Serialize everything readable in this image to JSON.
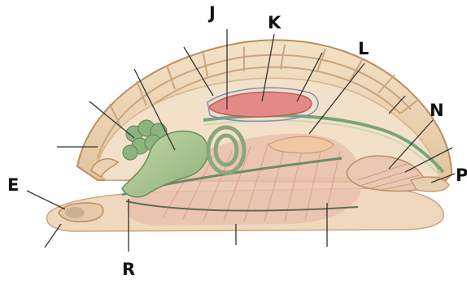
{
  "diagram": {
    "labels": {
      "j": "J",
      "k": "K",
      "l": "L",
      "n": "N",
      "p": "P",
      "e": "E",
      "r": "R"
    },
    "colors": {
      "shell": "#e9d3b4",
      "shell_rib": "#c9a57e",
      "mantle": "#f2e1c8",
      "gut_green": "#a9c48f",
      "muscle_pink": "#e9b3a0",
      "heart_red": "#e07a7a",
      "foot": "#efd8bd",
      "leader_line": "#333333"
    }
  }
}
